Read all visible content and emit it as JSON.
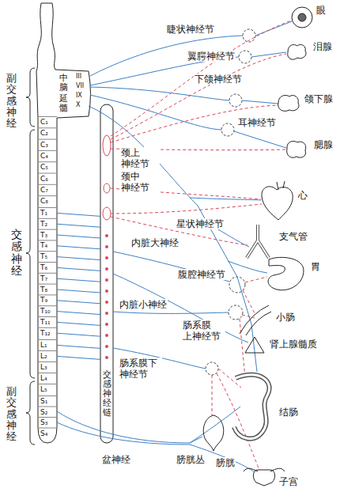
{
  "diagram": {
    "labels": [
      "副交感神经",
      "中脑",
      "延髓",
      "III",
      "VII",
      "IX",
      "X",
      "C₁",
      "C₂",
      "C₃",
      "C₄",
      "C₅",
      "C₆",
      "C₇",
      "C₈",
      "交感神经",
      "T₁",
      "T₂",
      "T₃",
      "T₄",
      "T₅",
      "T₆",
      "T₇",
      "T₈",
      "T₉",
      "T₁₀",
      "T₁₁",
      "T₁₂",
      "L₁",
      "L₂",
      "L₃",
      "L₄",
      "L₅",
      "副交感神经",
      "S₁",
      "S₂",
      "S₃",
      "S₄",
      "睫状神经节",
      "眼",
      "翼腭神经节",
      "泪腺",
      "下颌神经节",
      "颌下腺",
      "颈上 神经节",
      "耳神经节",
      "腮腺",
      "颈中 神经节",
      "星状神经节",
      "心",
      "支气管",
      "内脏大神经",
      "胃",
      "腹腔神经节",
      "内脏小神经",
      "小肠",
      "肠系膜 上神经节",
      "肾上腺髓质",
      "肠系膜下 神经节",
      "交感神经链",
      "结肠",
      "盆神经",
      "膀胱丛",
      "膀胱",
      "子宫"
    ]
  }
}
